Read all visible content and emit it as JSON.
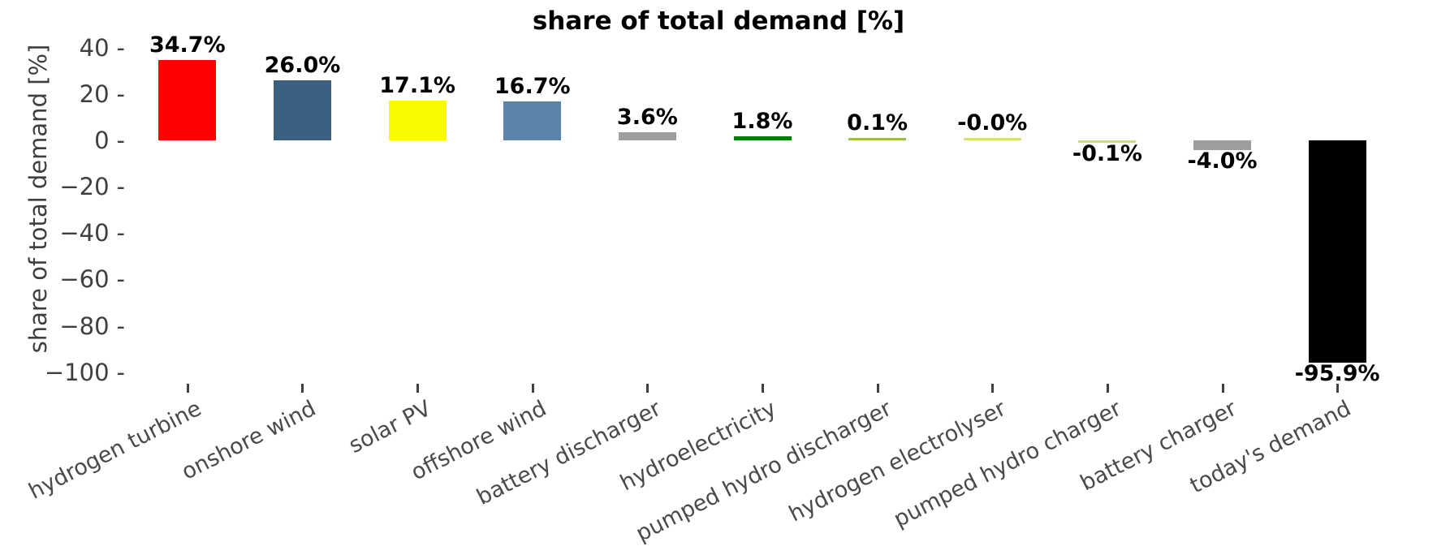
{
  "chart_data": {
    "type": "bar",
    "title": "share of total demand [%]",
    "xlabel": "",
    "ylabel": "share of total demand [%]",
    "ylim": [
      -105,
      48
    ],
    "yticks": [
      40,
      20,
      0,
      -20,
      -40,
      -60,
      -80,
      -100
    ],
    "ytick_labels": [
      "40",
      "20",
      "0",
      "−20",
      "−40",
      "−60",
      "−80",
      "−100"
    ],
    "grid": false,
    "legend": "none",
    "categories": [
      "hydrogen turbine",
      "onshore wind",
      "solar PV",
      "offshore wind",
      "battery discharger",
      "hydroelectricity",
      "pumped hydro discharger",
      "hydrogen electrolyser",
      "pumped hydro charger",
      "battery charger",
      "today's demand"
    ],
    "values": [
      34.7,
      26.0,
      17.1,
      16.7,
      3.6,
      1.8,
      0.1,
      -0.0,
      -0.1,
      -4.0,
      -95.9
    ],
    "value_labels": [
      "34.7%",
      "26.0%",
      "17.1%",
      "16.7%",
      "3.6%",
      "1.8%",
      "0.1%",
      "-0.0%",
      "-0.1%",
      "-4.0%",
      "-95.9%"
    ],
    "colors": [
      "#ff0000",
      "#3b6182",
      "#f9f900",
      "#5b84a8",
      "#9e9e9e",
      "#008000",
      "#9dbf4f",
      "#d9e07a",
      "#cddb7c",
      "#9e9e9e",
      "#000000"
    ],
    "series_name": "share of total demand"
  },
  "figure": {
    "background": "#ffffff",
    "title_color": "#000000",
    "axis_text_color": "#3f3f3f",
    "value_label_color": "#000000"
  }
}
